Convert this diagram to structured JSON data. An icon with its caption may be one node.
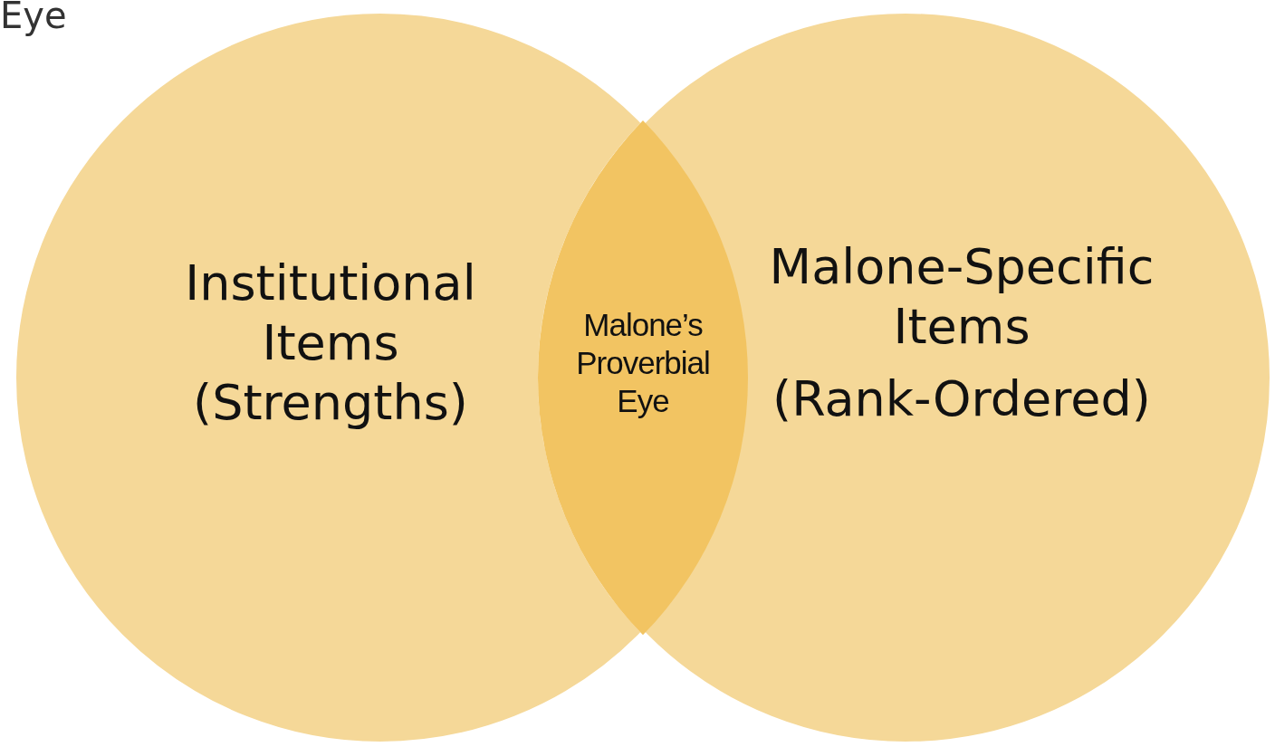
{
  "diagram": {
    "nodes": [
      {
        "text": [
          "Institutional Items (Strengths)"
        ]
      },
      {
        "text": [
          "Malone’s Proverbial Eye"
        ]
      },
      {
        "text": [
          "Malone-Specific Items",
          "(Rank-Ordered)"
        ]
      }
    ],
    "labels": [
      "Eye"
    ]
  }
}
